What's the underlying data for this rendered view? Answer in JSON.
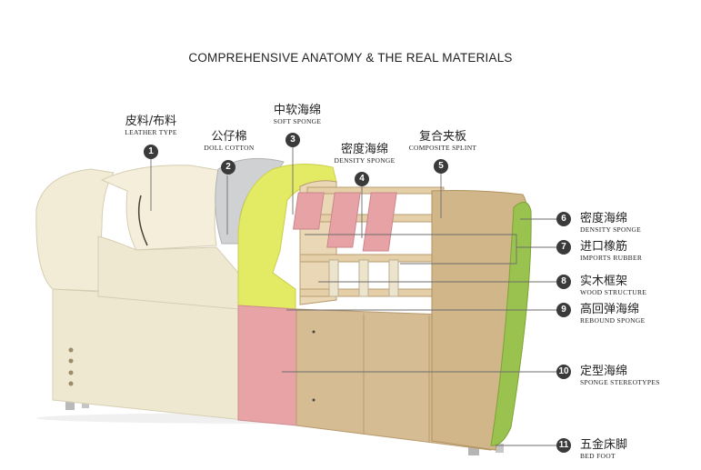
{
  "title": "COMPREHENSIVE ANATOMY  &  THE REAL MATERIALS",
  "colors": {
    "leather": "#efe8d1",
    "soft_sponge": "#e3ea64",
    "density_sponge": "#e7a3a6",
    "plywood": "#cfb389",
    "green_sponge": "#99c04f",
    "badge": "#3a3a3a"
  },
  "parts": [
    {
      "num": "1",
      "cn": "皮料/布料",
      "en": "LEATHER TYPE"
    },
    {
      "num": "2",
      "cn": "公仔棉",
      "en": "DOLL COTTON"
    },
    {
      "num": "3",
      "cn": "中软海绵",
      "en": "SOFT SPONGE"
    },
    {
      "num": "4",
      "cn": "密度海绵",
      "en": "DENSITY SPONGE"
    },
    {
      "num": "5",
      "cn": "复合夹板",
      "en": "COMPOSITE SPLINT"
    },
    {
      "num": "6",
      "cn": "密度海绵",
      "en": "DENSITY SPONGE"
    },
    {
      "num": "7",
      "cn": "进口橡筋",
      "en": "IMPORTS RUBBER"
    },
    {
      "num": "8",
      "cn": "实木框架",
      "en": "WOOD STRUCTURE"
    },
    {
      "num": "9",
      "cn": "高回弹海绵",
      "en": "REBOUND SPONGE"
    },
    {
      "num": "10",
      "cn": "定型海绵",
      "en": "SPONGE STEREOTYPES"
    },
    {
      "num": "11",
      "cn": "五金床脚",
      "en": "BED FOOT"
    }
  ]
}
